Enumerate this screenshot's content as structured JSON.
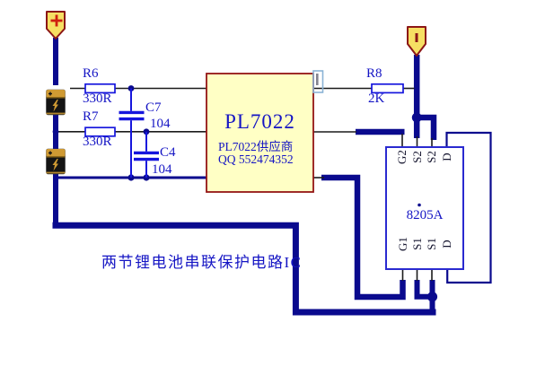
{
  "note": {
    "text": "两节锂电池串联保护电路IC"
  },
  "terminals": {
    "positive": "+",
    "negative": "-"
  },
  "components": {
    "r6": {
      "name": "R6",
      "value": "330R"
    },
    "r7": {
      "name": "R7",
      "value": "330R"
    },
    "r8": {
      "name": "R8",
      "value": "2K"
    },
    "c7": {
      "name": "C7",
      "value": "104"
    },
    "c4": {
      "name": "C4",
      "value": "104"
    }
  },
  "ics": {
    "u1": {
      "name": "PL7022",
      "vendor_line1": "PL7022供应商",
      "vendor_line2": "QQ 552474352"
    },
    "u2": {
      "name": "8205A",
      "top_pins": [
        "G2",
        "S2",
        "S2",
        "D"
      ],
      "bottom_pins": [
        "G1",
        "S1",
        "S1",
        "D"
      ]
    }
  },
  "colors": {
    "wire": "#0a0a8e",
    "line": "#1b1b1b",
    "comp": "#1616dd",
    "text_blue": "#1515c4",
    "ic_fill": "#ffffc5",
    "ic_border": "#941414",
    "fet_border": "#2a2ad0",
    "term_fill": "#f6df63",
    "term_border": "#8c1616",
    "plus_red": "#cf1f10",
    "batt_gold": "#cf9a33",
    "batt_body": "#141414",
    "cursor_blue": "#8ab3d5",
    "cursor_gray": "#83838f"
  }
}
